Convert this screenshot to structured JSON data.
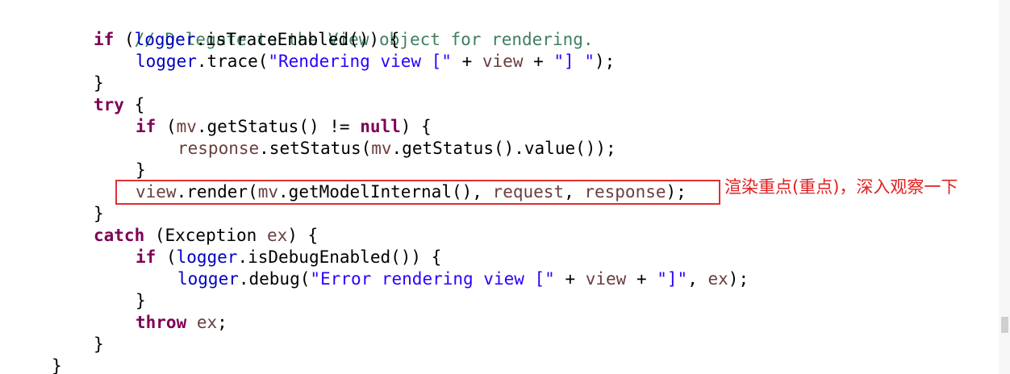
{
  "code": {
    "l1": {
      "comment": "// Delegate to the View object for rendering."
    },
    "l2": {
      "kw_if": "if",
      "p1": " (",
      "logger": "logger",
      "p2": ".isTraceEnabled()) {"
    },
    "l3": {
      "logger": "logger",
      "p1": ".trace(",
      "s1": "\"Rendering view [\"",
      "p2": " + ",
      "view": "view",
      "p3": " + ",
      "s2": "\"] \"",
      "p4": ");"
    },
    "l4": {
      "brace": "}"
    },
    "l5": {
      "kw_try": "try",
      "p1": " {"
    },
    "l6": {
      "kw_if": "if",
      "p1": " (",
      "mv": "mv",
      "p2": ".getStatus() != ",
      "kw_null": "null",
      "p3": ") {"
    },
    "l7": {
      "response": "response",
      "p1": ".setStatus(",
      "mv": "mv",
      "p2": ".getStatus().value());"
    },
    "l8": {
      "brace": "}"
    },
    "l9": {
      "view": "view",
      "p1": ".render(",
      "mv": "mv",
      "p2": ".getModelInternal(), ",
      "request": "request",
      "p3": ", ",
      "response": "response",
      "p4": ");"
    },
    "l10": {
      "brace": "}"
    },
    "l11": {
      "kw_catch": "catch",
      "p1": " (Exception ",
      "ex": "ex",
      "p2": ") {"
    },
    "l12": {
      "kw_if": "if",
      "p1": " (",
      "logger": "logger",
      "p2": ".isDebugEnabled()) {"
    },
    "l13": {
      "logger": "logger",
      "p1": ".debug(",
      "s1": "\"Error rendering view [\"",
      "p2": " + ",
      "view": "view",
      "p3": " + ",
      "s2": "\"]\"",
      "p4": ", ",
      "ex": "ex",
      "p5": ");"
    },
    "l14": {
      "brace": "}"
    },
    "l15": {
      "kw_throw": "throw",
      "p1": " ",
      "ex": "ex",
      "p2": ";"
    },
    "l16": {
      "brace": "}"
    },
    "l17": {
      "brace": "}"
    }
  },
  "annotation": {
    "text": "渲染重点(重点)，深入观察一下",
    "color": "#e02020"
  },
  "colors": {
    "keyword": "#7f0055",
    "comment": "#3f7f5f",
    "string": "#2a00ff",
    "field": "#0000c0",
    "local_variable": "#6a3e3e"
  }
}
